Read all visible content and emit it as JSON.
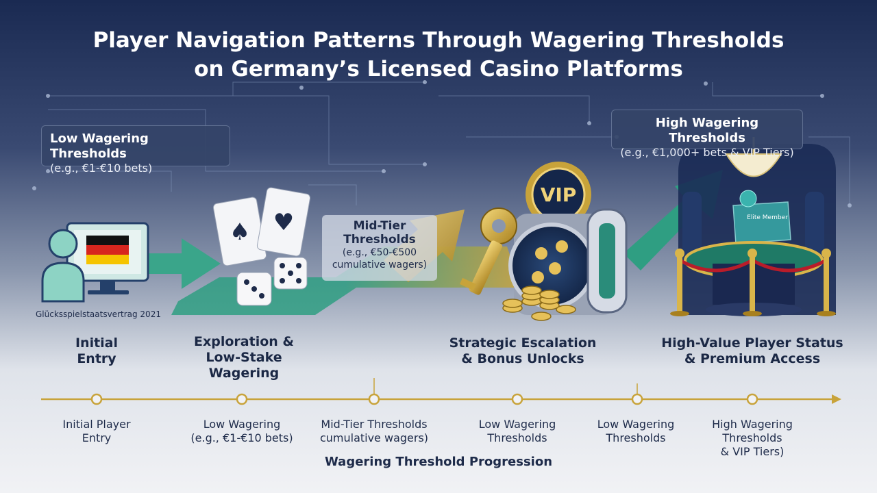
{
  "title_line1": "Player Navigation Patterns Through Wagering Thresholds",
  "title_line2": "on Germany’s Licensed Casino Platforms",
  "boxes": {
    "low": {
      "heading": "Low Wagering Thresholds",
      "sub": "(e.g., €1-€10 bets)"
    },
    "mid": {
      "heading_1": "Mid-Tier",
      "heading_2": "Thresholds",
      "sub_1": "(e.g., €50-€500",
      "sub_2": "cumulative wagers)"
    },
    "high": {
      "heading": "High Wagering Thresholds",
      "sub": "(e.g., €1,000+ bets & VIP Tiers)"
    }
  },
  "law_caption": "Glücksspielstaatsvertrag 2021",
  "vip_badge": "VIP",
  "elite_card": "Elite Member",
  "stages": [
    {
      "line1": "Initial",
      "line2": "Entry"
    },
    {
      "line1": "Exploration &",
      "line2": "Low-Stake",
      "line3": "Wagering"
    },
    {
      "line1": "Strategic Escalation",
      "line2": "& Bonus Unlocks"
    },
    {
      "line1": "High-Value Player Status",
      "line2": "& Premium Access"
    }
  ],
  "timeline": {
    "ticks": [
      {
        "line1": "Initial Player",
        "line2": "Entry"
      },
      {
        "line1": "Low Wagering",
        "line2": "(e.g., €1-€10 bets)"
      },
      {
        "line1": "Mid-Tier Thresholds",
        "line2": "cumulative wagers)"
      },
      {
        "line1": "Low Wagering",
        "line2": "Thresholds"
      },
      {
        "line1": "Low Wagering",
        "line2": "Thresholds"
      },
      {
        "line1": "High Wagering",
        "line2": "Thresholds",
        "line3": "& VIP Tiers)"
      }
    ],
    "axis_title": "Wagering Threshold Progression"
  },
  "colors": {
    "navy": "#1a2a52",
    "teal": "#3aa58a",
    "gold": "#c8a33a",
    "flag_black": "#111111",
    "flag_red": "#d7261e",
    "flag_gold": "#f5c400"
  },
  "icons": [
    "monitor-user-icon",
    "german-flag-icon",
    "playing-cards-icon",
    "dice-icon",
    "key-icon",
    "vip-badge-icon",
    "vault-icon",
    "coin-stack-icon",
    "chandelier-icon",
    "casino-table-icon",
    "elite-card-icon"
  ]
}
